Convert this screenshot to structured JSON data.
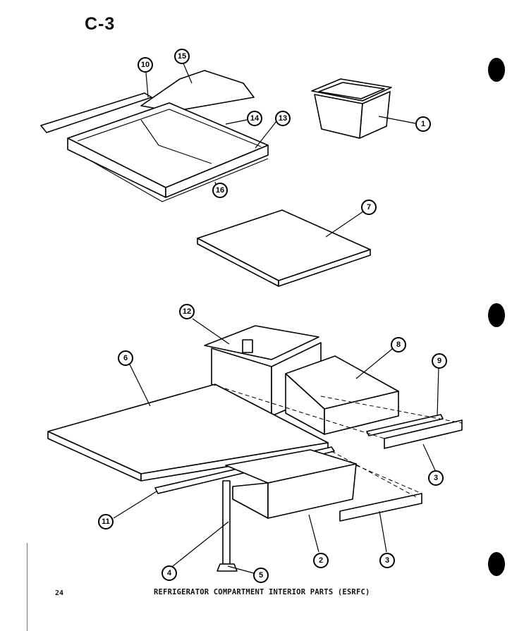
{
  "page": {
    "label": "C-3",
    "number": "24",
    "caption": "REFRIGERATOR COMPARTMENT INTERIOR PARTS (ESRFC)"
  },
  "callouts": [
    "10",
    "15",
    "14",
    "13",
    "16",
    "1",
    "7",
    "12",
    "6",
    "8",
    "9",
    "3",
    "11",
    "4",
    "5",
    "2",
    "3"
  ]
}
